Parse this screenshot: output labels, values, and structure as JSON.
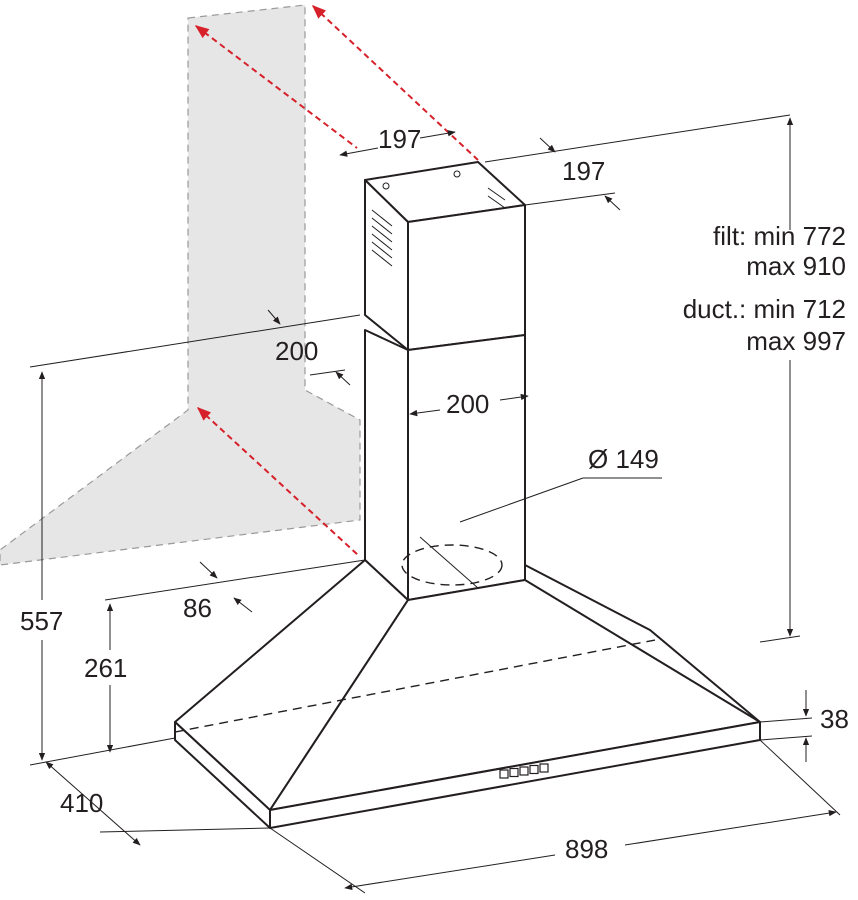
{
  "colors": {
    "line": "#231f20",
    "wall": "#e6e6e6",
    "wall_edge": "#9a9a9a",
    "arrow_accent": "#d6202a"
  },
  "dimensions": {
    "chimney_top_width": "197",
    "chimney_top_depth": "197",
    "filt_min": "filt: min 772",
    "filt_max": "max 910",
    "duct_min": "duct.: min 712",
    "duct_max": "max 997",
    "lower_chimney_depth": "200",
    "lower_chimney_width": "200",
    "outlet_diameter": "Ø 149",
    "wall_offset": "86",
    "overall_height": "557",
    "canopy_height": "261",
    "rim_height": "38",
    "hood_depth": "410",
    "hood_width": "898"
  },
  "controls": {
    "button_count": 5
  }
}
